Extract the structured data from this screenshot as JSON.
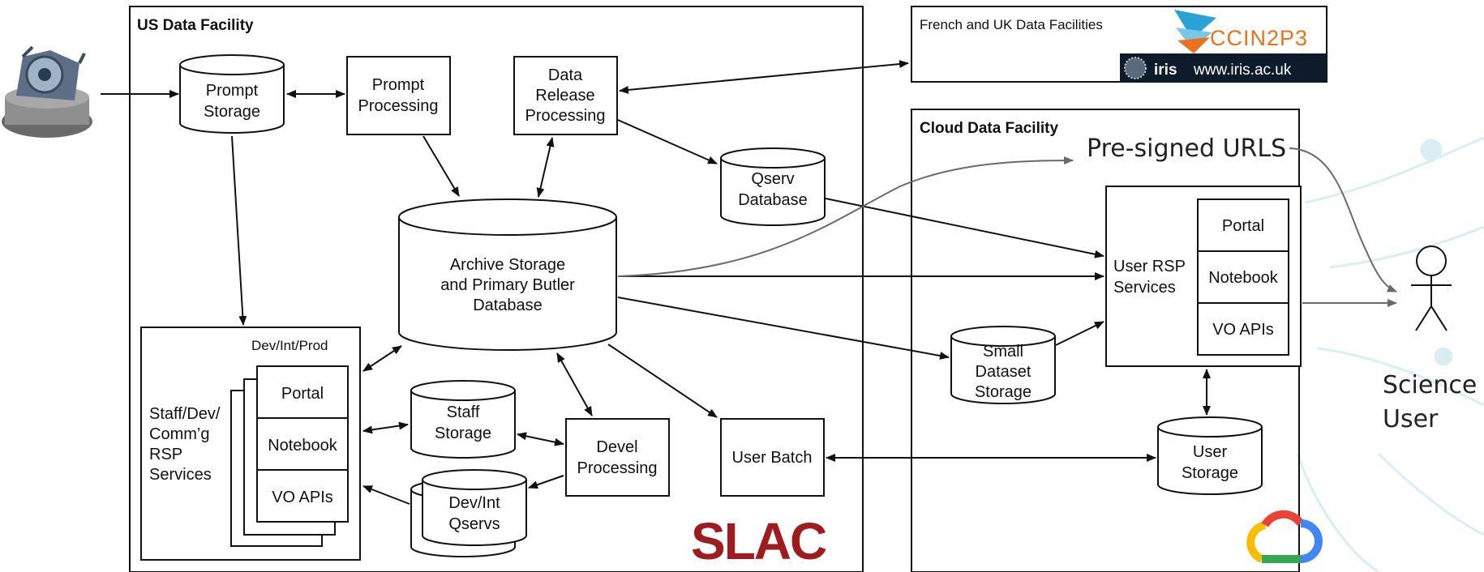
{
  "facilities": {
    "us": "US Data Facility",
    "french_uk": "French and UK Data Facilities",
    "cloud": "Cloud Data Facility"
  },
  "logos": {
    "ccin2p3": "CCIN2P3",
    "iris_name": "iris",
    "iris_url": "www.iris.ac.uk",
    "slac": "SLAC"
  },
  "nodes": {
    "prompt_storage": [
      "Prompt",
      "Storage"
    ],
    "prompt_processing": [
      "Prompt",
      "Processing"
    ],
    "data_release_processing": [
      "Data",
      "Release",
      "Processing"
    ],
    "qserv_database": [
      "Qserv",
      "Database"
    ],
    "archive_storage": [
      "Archive Storage",
      "and Primary Butler",
      "Database"
    ],
    "dev_int_prod": "Dev/Int/Prod",
    "staff_rsp_services": [
      "Staff/Dev/",
      "Comm’g",
      "RSP",
      "Services"
    ],
    "staff_rsp_stack": [
      "Portal",
      "Notebook",
      "VO APIs"
    ],
    "staff_storage": [
      "Staff",
      "Storage"
    ],
    "dev_int_qservs": [
      "Dev/Int",
      "Qservs"
    ],
    "devel_processing": [
      "Devel",
      "Processing"
    ],
    "user_batch": "User Batch",
    "small_dataset_storage": [
      "Small",
      "Dataset",
      "Storage"
    ],
    "user_rsp_services": [
      "User RSP",
      "Services"
    ],
    "user_rsp_stack": [
      "Portal",
      "Notebook",
      "VO APIs"
    ],
    "user_storage": [
      "User",
      "Storage"
    ]
  },
  "annotations": {
    "presigned_urls": "Pre-signed URLS",
    "science_user": [
      "Science",
      "User"
    ]
  },
  "colors": {
    "slac_red": "#9e1b20",
    "iris_bg": "#0d1b2a",
    "ccin2p3_orange": "#e8731c",
    "ccin2p3_blue": "#29a3d6",
    "watermark": "#d8eef3",
    "gray_arrow": "#6a6a6a"
  }
}
